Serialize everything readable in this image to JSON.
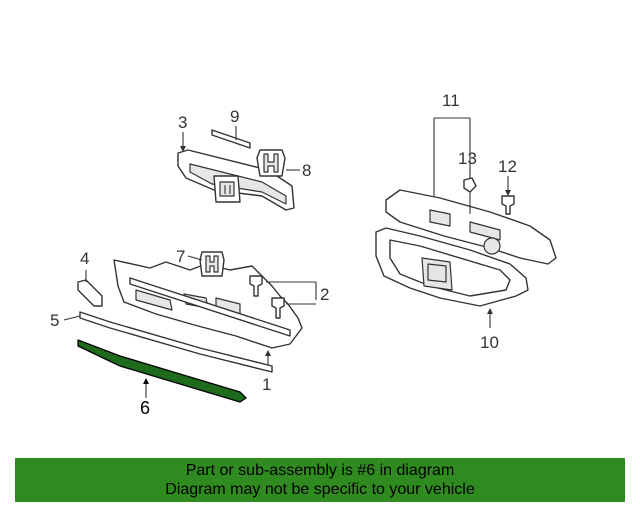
{
  "diagram": {
    "callouts": [
      {
        "id": "1",
        "label": "1"
      },
      {
        "id": "2",
        "label": "2"
      },
      {
        "id": "3",
        "label": "3"
      },
      {
        "id": "4",
        "label": "4"
      },
      {
        "id": "5",
        "label": "5"
      },
      {
        "id": "6",
        "label": "6"
      },
      {
        "id": "7",
        "label": "7"
      },
      {
        "id": "8",
        "label": "8"
      },
      {
        "id": "9",
        "label": "9"
      },
      {
        "id": "10",
        "label": "10"
      },
      {
        "id": "11",
        "label": "11"
      },
      {
        "id": "12",
        "label": "12"
      },
      {
        "id": "13",
        "label": "13"
      }
    ],
    "highlighted_part": "6"
  },
  "colors": {
    "banner": "#2f8a1f",
    "highlight": "#1e6b1e",
    "line": "#333333"
  },
  "footer": {
    "line1": "Part or sub-assembly is #6 in diagram",
    "line2": "Diagram may not be specific to your vehicle"
  }
}
